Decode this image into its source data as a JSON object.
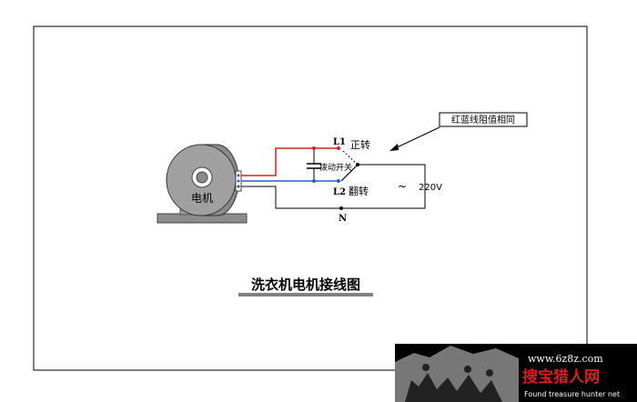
{
  "diagram": {
    "title": "洗衣机电机接线图",
    "motor_label": "电机",
    "terminal_l1": "L1",
    "terminal_l2": "L2",
    "terminal_n": "N",
    "forward_label": "正转",
    "reverse_label": "翻转",
    "switch_label": "拨动开关",
    "voltage_label": "220V",
    "ac_symbol": "~",
    "callout_note": "红蓝线阻值相同"
  },
  "watermark": {
    "url": "www.6z8z.com",
    "brand_cn": "搜宝猎人网",
    "brand_en": "Found treasure hunter net"
  },
  "colors": {
    "red_wire": "#d42020",
    "blue_wire": "#2060c8",
    "black_wire": "#000000",
    "motor_gray": "#8c8c8c",
    "watermark_bg": "#000000"
  }
}
